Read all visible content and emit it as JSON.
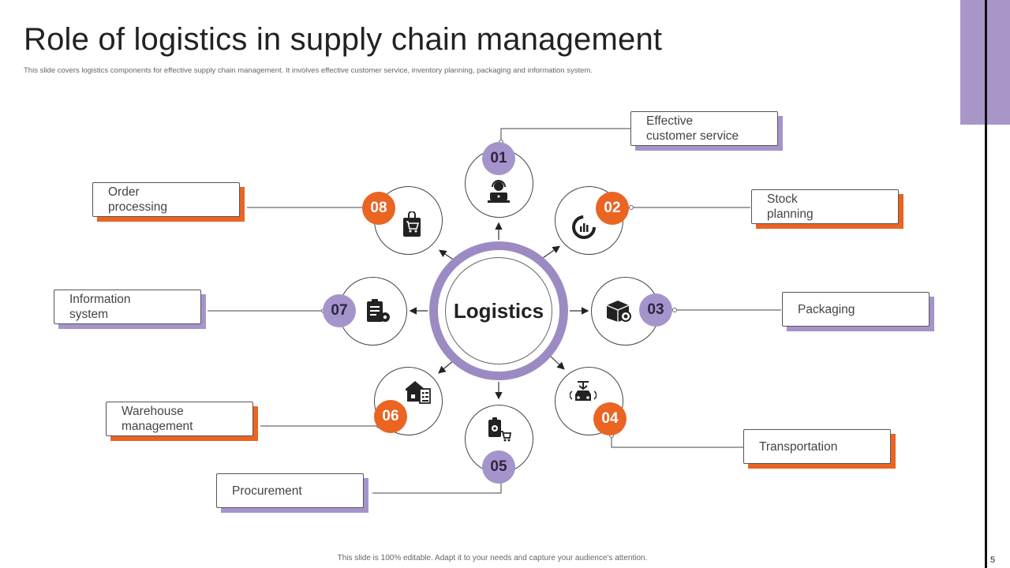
{
  "slide": {
    "title": "Role of logistics in supply chain management",
    "subtitle": "This slide covers logistics components for effective supply chain management. It involves effective customer service, inventory planning, packaging and information system.",
    "footer": "This slide is 100% editable.  Adapt it to your needs and capture your audience's attention.",
    "page_number": "5"
  },
  "center": {
    "label": "Logistics"
  },
  "nodes": [
    {
      "number": "01",
      "label_line1": "Effective",
      "label_line2": "customer service",
      "accent": "purple",
      "icon": "customer-service-icon"
    },
    {
      "number": "02",
      "label_line1": "Stock",
      "label_line2": "planning",
      "accent": "orange",
      "icon": "stock-chart-icon"
    },
    {
      "number": "03",
      "label_line1": "Packaging",
      "label_line2": "",
      "accent": "purple",
      "icon": "package-box-icon"
    },
    {
      "number": "04",
      "label_line1": "Transportation",
      "label_line2": "",
      "accent": "orange",
      "icon": "delivery-truck-icon"
    },
    {
      "number": "05",
      "label_line1": "Procurement",
      "label_line2": "",
      "accent": "purple",
      "icon": "procurement-cart-icon"
    },
    {
      "number": "06",
      "label_line1": "Warehouse",
      "label_line2": "management",
      "accent": "orange",
      "icon": "warehouse-icon"
    },
    {
      "number": "07",
      "label_line1": "Information",
      "label_line2": "system",
      "accent": "purple",
      "icon": "clipboard-gear-icon"
    },
    {
      "number": "08",
      "label_line1": "Order",
      "label_line2": "processing",
      "accent": "orange",
      "icon": "order-cart-icon"
    }
  ],
  "colors": {
    "purple": "#a594cc",
    "orange": "#ea6422",
    "ring": "#9c8bc2"
  }
}
